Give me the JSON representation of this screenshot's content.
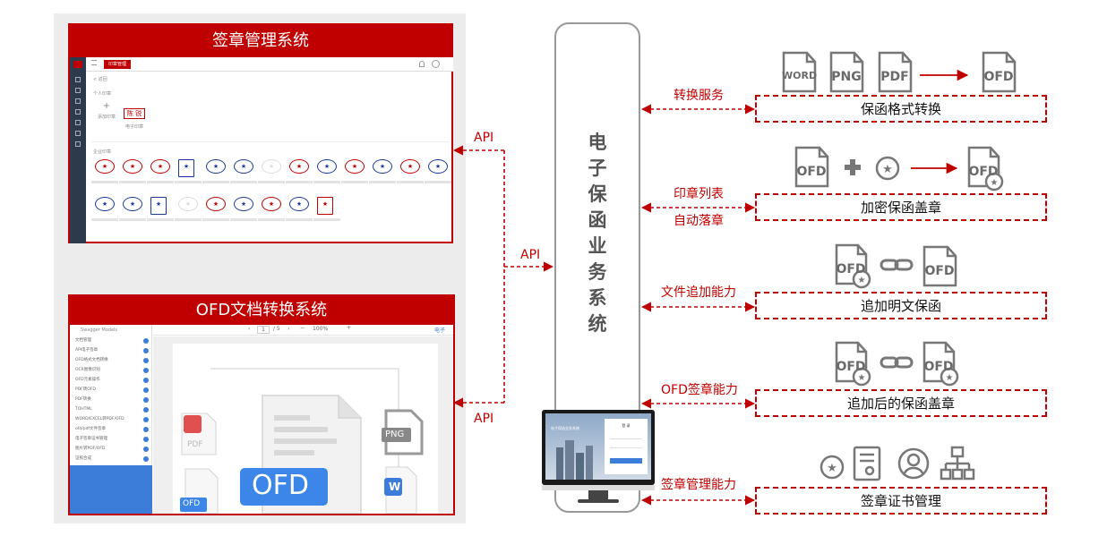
{
  "systems": {
    "sign": {
      "title": "签章管理系统"
    },
    "ofd": {
      "title": "OFD文档转换系统"
    }
  },
  "api_labels": [
    "API",
    "API",
    "API"
  ],
  "core": {
    "chars": [
      "电",
      "子",
      "保",
      "函",
      "业",
      "务",
      "系",
      "统"
    ]
  },
  "services": [
    {
      "label": "转换服务",
      "box": "保函格式转换",
      "files": [
        "WORD",
        "PNG",
        "PDF",
        "OFD"
      ]
    },
    {
      "label": "印章列表",
      "label2": "自动落章",
      "box": "加密保函盖章",
      "files": [
        "OFD",
        "OFD"
      ]
    },
    {
      "label": "文件追加能力",
      "box": "追加明文保函",
      "files": [
        "OFD",
        "OFD"
      ]
    },
    {
      "label": "OFD签章能力",
      "box": "追加后的保函盖章",
      "files": [
        "OFD",
        "OFD"
      ]
    },
    {
      "label": "签章管理能力",
      "box": "签章证书管理"
    }
  ],
  "sign_app": {
    "topbar_button": "印章管理",
    "back": "< 返回",
    "personal_section": "个人印章",
    "add_label": "+",
    "add_text": "添加印章",
    "personal_seal_text": "陈 锐",
    "personal_seal_caption": "电子印章",
    "company_section": "企业印章",
    "seal_rows": [
      [
        "",
        "",
        "",
        "",
        "",
        "",
        "",
        "",
        "",
        "",
        "",
        "",
        ""
      ],
      [
        "",
        "",
        "",
        "",
        "",
        "",
        "",
        "",
        ""
      ]
    ]
  },
  "ofd_app": {
    "logo_text": "Swagger Models",
    "menu": [
      "文档管理",
      "API电子签章",
      "OFD格式文档转换",
      "OCR图像识别",
      "OFD元素操作",
      "PDF转OFD",
      "PDF转换",
      "TOHTML",
      "WORD/EXCEL转PDF/OFD",
      "ofd/pdf文件签章",
      "电子签章证书管理",
      "图片转PDF/OFD",
      "证照合成"
    ],
    "toolbar": {
      "page": "1",
      "pages": "/ 5",
      "zoom": "100%"
    },
    "right_btn": "电子",
    "doc_types": [
      "PDF",
      "PNG",
      "OFD",
      "OFD",
      "W"
    ]
  },
  "monitor": {
    "title": "电子保函业务系统",
    "login": "登 录"
  },
  "colors": {
    "accent": "#c00000",
    "gray": "#777777",
    "blue": "#3b7dd8"
  }
}
